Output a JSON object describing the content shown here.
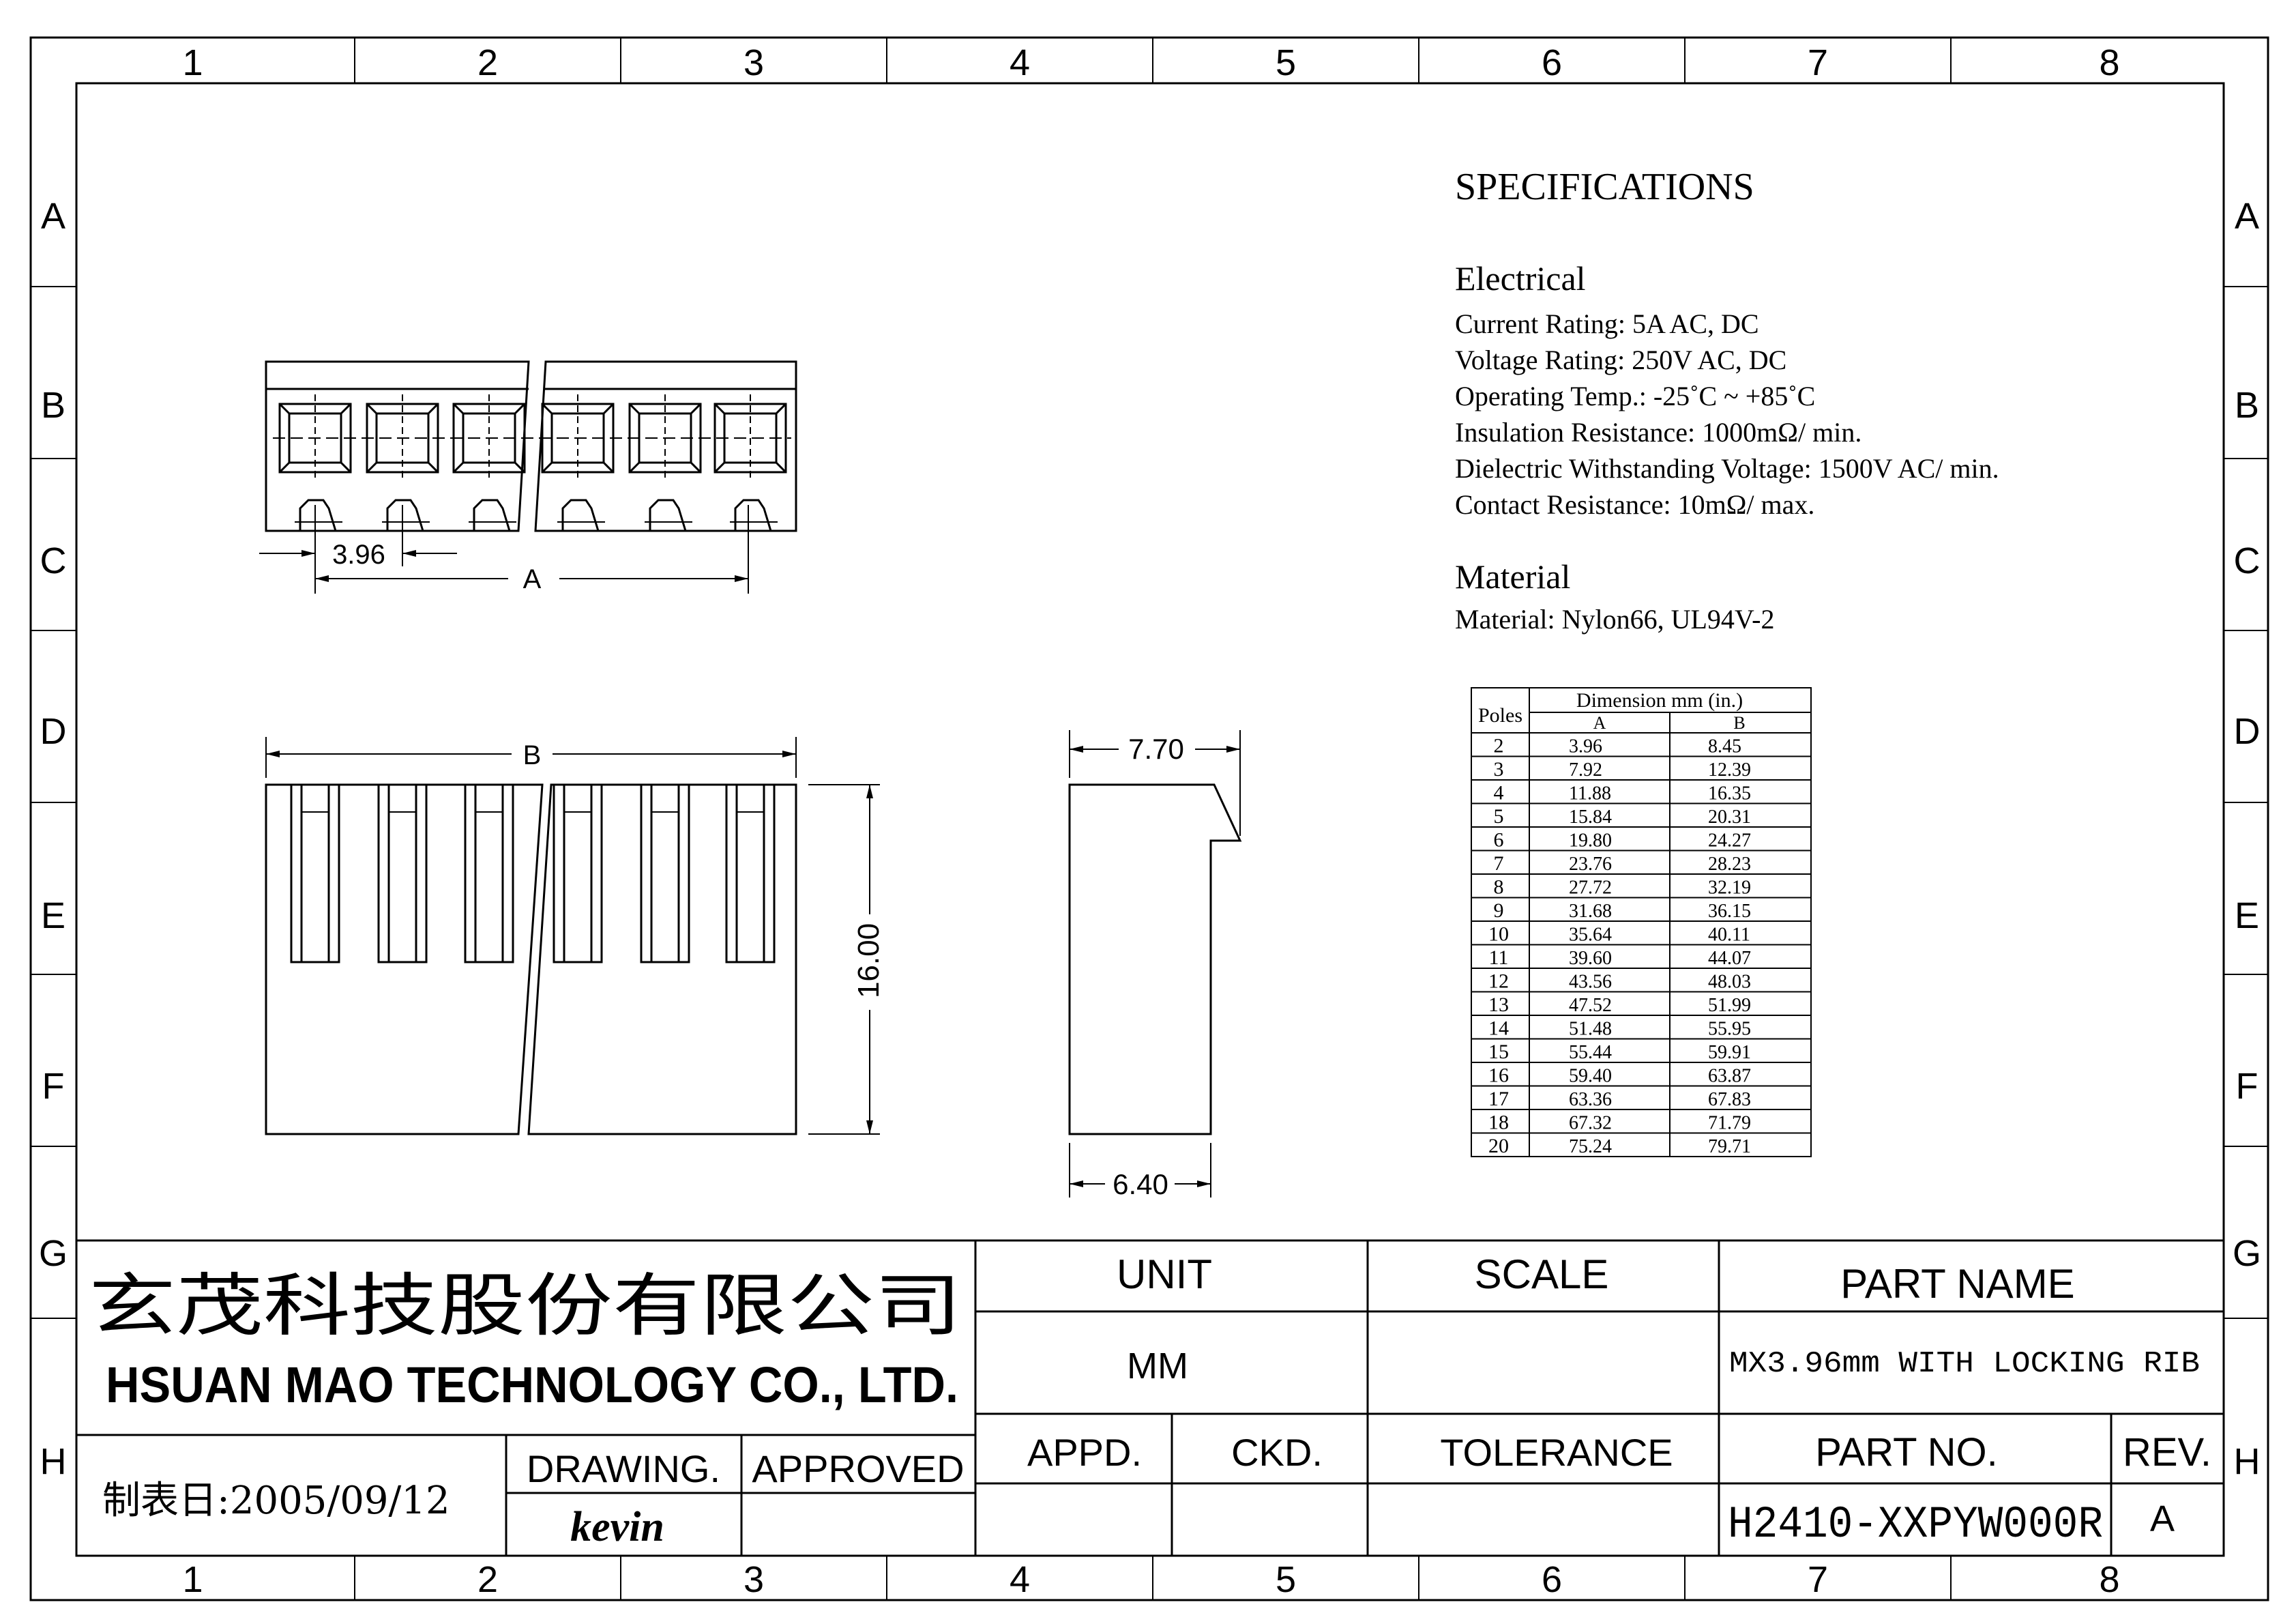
{
  "border": {
    "columns": [
      "1",
      "2",
      "3",
      "4",
      "5",
      "6",
      "7",
      "8"
    ],
    "rows": [
      "A",
      "B",
      "C",
      "D",
      "E",
      "F",
      "G",
      "H"
    ]
  },
  "specifications": {
    "title": "SPECIFICATIONS",
    "electrical_heading": "Electrical",
    "electrical_lines": [
      "Current Rating: 5A AC, DC",
      "Voltage Rating: 250V AC, DC",
      "Operating Temp.: -25˚C ~ +85˚C",
      "Insulation Resistance: 1000mΩ/ min.",
      "Dielectric Withstanding Voltage: 1500V AC/ min.",
      "Contact Resistance: 10mΩ/ max."
    ],
    "material_heading": "Material",
    "material_line": "Material: Nylon66, UL94V-2"
  },
  "dimension_table": {
    "col_poles": "Poles",
    "col_group": "Dimension mm (in.)",
    "col_a": "A",
    "col_b": "B",
    "rows": [
      [
        "2",
        "3.96",
        "8.45"
      ],
      [
        "3",
        "7.92",
        "12.39"
      ],
      [
        "4",
        "11.88",
        "16.35"
      ],
      [
        "5",
        "15.84",
        "20.31"
      ],
      [
        "6",
        "19.80",
        "24.27"
      ],
      [
        "7",
        "23.76",
        "28.23"
      ],
      [
        "8",
        "27.72",
        "32.19"
      ],
      [
        "9",
        "31.68",
        "36.15"
      ],
      [
        "10",
        "35.64",
        "40.11"
      ],
      [
        "11",
        "39.60",
        "44.07"
      ],
      [
        "12",
        "43.56",
        "48.03"
      ],
      [
        "13",
        "47.52",
        "51.99"
      ],
      [
        "14",
        "51.48",
        "55.95"
      ],
      [
        "15",
        "55.44",
        "59.91"
      ],
      [
        "16",
        "59.40",
        "63.87"
      ],
      [
        "17",
        "63.36",
        "67.83"
      ],
      [
        "18",
        "67.32",
        "71.79"
      ],
      [
        "20",
        "75.24",
        "79.71"
      ]
    ]
  },
  "drawing_labels": {
    "pitch": "3.96",
    "dim_a": "A",
    "dim_b": "B",
    "height": "16.00",
    "side_top": "7.70",
    "side_bottom": "6.40"
  },
  "title_block": {
    "company_cn": "玄茂科技股份有限公司",
    "company_en": "HSUAN MAO TECHNOLOGY CO., LTD.",
    "date_label": "制表日:2005/09/12",
    "drawing_label": "DRAWING.",
    "drawing_signature": "kevin",
    "approved_label": "APPROVED",
    "unit_label": "UNIT",
    "unit_value": "MM",
    "scale_label": "SCALE",
    "scale_value": "",
    "part_name_label": "PART NAME",
    "part_name_value": "MX3.96mm WITH LOCKING RIB",
    "appd_label": "APPD.",
    "ckd_label": "CKD.",
    "tolerance_label": "TOLERANCE",
    "part_no_label": "PART NO.",
    "part_no_value": "H2410-XXPYW000R",
    "rev_label": "REV.",
    "rev_value": "A"
  }
}
